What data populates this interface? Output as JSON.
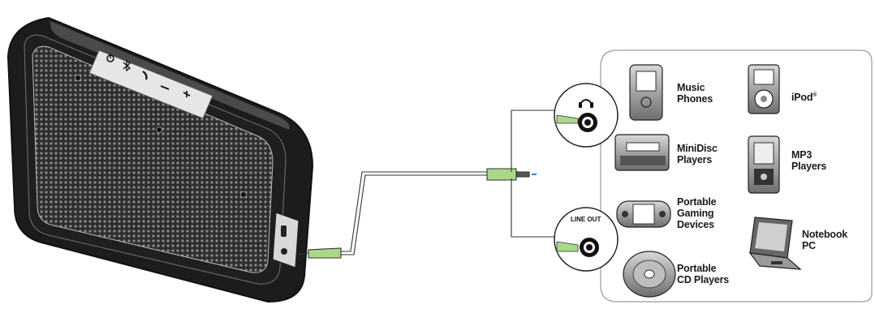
{
  "ports": {
    "headphone": {
      "icon": "headphone-icon"
    },
    "line_out": {
      "label": "LINE OUT"
    }
  },
  "devices": [
    {
      "label": "Music\nPhones",
      "icon": "music-phone-icon"
    },
    {
      "label": "iPod",
      "mark": "®",
      "icon": "ipod-icon"
    },
    {
      "label": "MiniDisc\nPlayers",
      "icon": "minidisc-icon"
    },
    {
      "label": "MP3\nPlayers",
      "icon": "mp3-player-icon"
    },
    {
      "label": "Portable\nGaming\nDevices",
      "icon": "gaming-device-icon"
    },
    {
      "label": "Notebook\nPC",
      "icon": "notebook-pc-icon"
    },
    {
      "label": "Portable\nCD Players",
      "icon": "cd-player-icon"
    }
  ],
  "speaker": {
    "buttons": [
      "power-icon",
      "bluetooth-icon",
      "phone-icon",
      "volume-down-icon",
      "volume-up-icon"
    ]
  },
  "colors": {
    "cable_green": "#a8d98a",
    "outline": "#222222",
    "speaker_grille": "#3a3a3a",
    "panel_border": "#9a9a9a"
  }
}
